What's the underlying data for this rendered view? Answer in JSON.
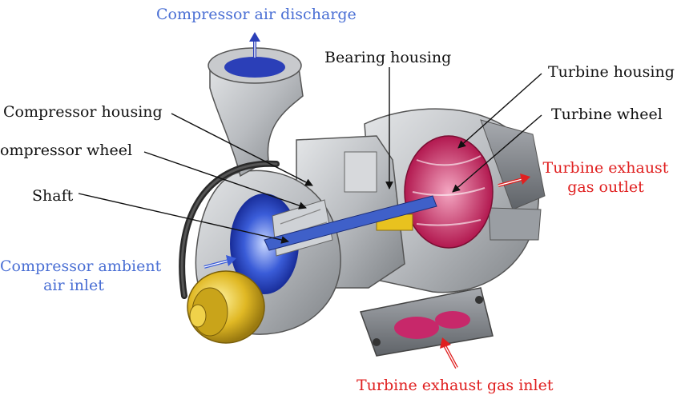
{
  "colors": {
    "air_blue": "#4a6fd4",
    "exhaust_red": "#e02020",
    "text_black": "#111111",
    "housing_gray": "#b9bcc0",
    "wheel_pink": "#c03a6a",
    "actuator_gold": "#d9b21c"
  },
  "labels": {
    "compressor_air_discharge": "Compressor air discharge",
    "bearing_housing": "Bearing housing",
    "turbine_housing": "Turbine housing",
    "turbine_wheel": "Turbine wheel",
    "compressor_housing": "Compressor housing",
    "compressor_wheel": "ompressor wheel",
    "shaft": "Shaft",
    "turbine_exhaust_gas_outlet_line1": "Turbine exhaust",
    "turbine_exhaust_gas_outlet_line2": "gas outlet",
    "compressor_ambient_air_inlet_line1": "Compressor ambient",
    "compressor_ambient_air_inlet_line2": "air inlet",
    "turbine_exhaust_gas_inlet": "Turbine exhaust gas inlet"
  }
}
